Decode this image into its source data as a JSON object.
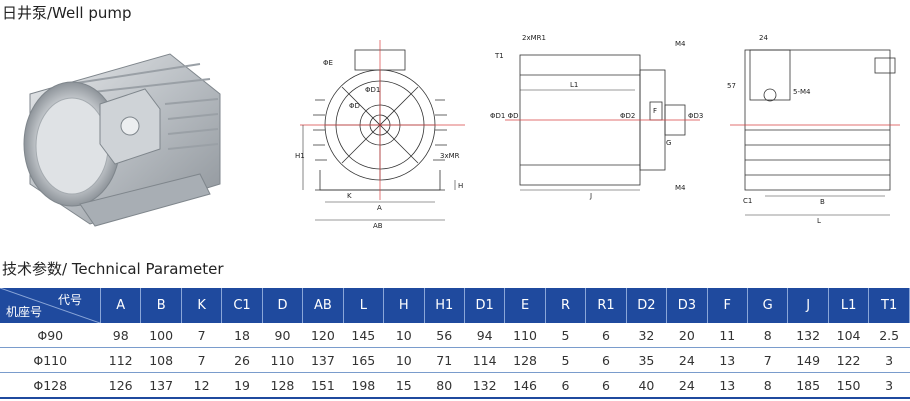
{
  "header": {
    "title": "日井泵/Well pump"
  },
  "section": {
    "subtitle": "技术参数/ Technical Parameter"
  },
  "table": {
    "corner_top": "代号",
    "corner_bottom": "机座号",
    "columns": [
      "A",
      "B",
      "K",
      "C1",
      "D",
      "AB",
      "L",
      "H",
      "H1",
      "D1",
      "E",
      "R",
      "R1",
      "D2",
      "D3",
      "F",
      "G",
      "J",
      "L1",
      "T1"
    ],
    "rows": [
      {
        "model": "Φ90",
        "values": [
          "98",
          "100",
          "7",
          "18",
          "90",
          "120",
          "145",
          "10",
          "56",
          "94",
          "110",
          "5",
          "6",
          "32",
          "20",
          "11",
          "8",
          "132",
          "104",
          "2.5"
        ]
      },
      {
        "model": "Φ110",
        "values": [
          "112",
          "108",
          "7",
          "26",
          "110",
          "137",
          "165",
          "10",
          "71",
          "114",
          "128",
          "5",
          "6",
          "35",
          "24",
          "13",
          "7",
          "149",
          "122",
          "3"
        ]
      },
      {
        "model": "Φ128",
        "values": [
          "126",
          "137",
          "12",
          "19",
          "128",
          "151",
          "198",
          "15",
          "80",
          "132",
          "146",
          "6",
          "6",
          "40",
          "24",
          "13",
          "8",
          "185",
          "150",
          "3"
        ]
      }
    ]
  },
  "drawing_labels": {
    "front": [
      "ΦE",
      "ΦD1",
      "ΦD",
      "H1",
      "3xMR",
      "H",
      "K",
      "A",
      "AB"
    ],
    "side": [
      "2xMR1",
      "M4",
      "T1",
      "L1",
      "ΦD1 ΦD",
      "F",
      "ΦD2",
      "ΦD3",
      "G",
      "J",
      "M4"
    ],
    "end": [
      "24",
      "57",
      "5-M4",
      "C1",
      "B",
      "L"
    ]
  }
}
